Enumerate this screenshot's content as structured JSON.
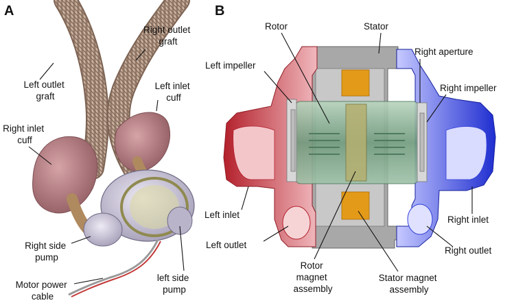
{
  "panels": [
    {
      "id": "A",
      "label": "A"
    },
    {
      "id": "B",
      "label": "B"
    }
  ],
  "labels_a": [
    {
      "key": "right_outlet_graft",
      "lines": [
        "Right outlet",
        "graft"
      ]
    },
    {
      "key": "left_outlet_graft",
      "lines": [
        "Left outlet",
        "graft"
      ]
    },
    {
      "key": "left_inlet_cuff",
      "lines": [
        "Left inlet",
        "cuff"
      ]
    },
    {
      "key": "right_inlet_cuff",
      "lines": [
        "Right inlet",
        "cuff"
      ]
    },
    {
      "key": "right_side_pump",
      "lines": [
        "Right side",
        "pump"
      ]
    },
    {
      "key": "left_side_pump",
      "lines": [
        "left side",
        "pump"
      ]
    },
    {
      "key": "motor_power_cable",
      "lines": [
        "Motor power",
        "cable"
      ]
    }
  ],
  "labels_b": [
    {
      "key": "rotor",
      "lines": [
        "Rotor"
      ]
    },
    {
      "key": "stator",
      "lines": [
        "Stator"
      ]
    },
    {
      "key": "left_impeller",
      "lines": [
        "Left impeller"
      ]
    },
    {
      "key": "right_aperture",
      "lines": [
        "Right aperture"
      ]
    },
    {
      "key": "right_impeller",
      "lines": [
        "Right impeller"
      ]
    },
    {
      "key": "left_inlet",
      "lines": [
        "Left inlet"
      ]
    },
    {
      "key": "left_outlet",
      "lines": [
        "Left outlet"
      ]
    },
    {
      "key": "right_inlet",
      "lines": [
        "Right inlet"
      ]
    },
    {
      "key": "right_outlet",
      "lines": [
        "Right outlet"
      ]
    },
    {
      "key": "rotor_magnet_assembly",
      "lines": [
        "Rotor",
        "magnet",
        "assembly"
      ]
    },
    {
      "key": "stator_magnet_assembly",
      "lines": [
        "Stator magnet",
        "assembly"
      ]
    }
  ],
  "colors": {
    "graft": "#b79b86",
    "cuff": "#b97c82",
    "pump_body": "#c9c4d8",
    "left_chamber": "#c8323c",
    "right_chamber": "#2f3fd8",
    "stator_gray": "#9a9a9a",
    "rotor_green": "#8fb39a",
    "magnet_orange": "#e39a18"
  }
}
